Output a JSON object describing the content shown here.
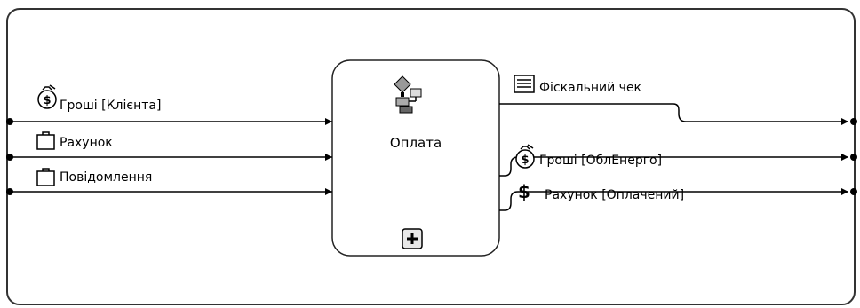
{
  "task": {
    "label": "Оплата",
    "icon": "process-flow-icon",
    "expand_icon": "plus-icon"
  },
  "inputs": [
    {
      "label": "Гроші [Клієнта]",
      "icon": "money-bag-icon"
    },
    {
      "label": "Рахунок",
      "icon": "document-icon"
    },
    {
      "label": "Повідомлення",
      "icon": "document-icon"
    }
  ],
  "outputs": [
    {
      "label": "Фіскальний чек",
      "icon": "receipt-icon"
    },
    {
      "label": "Гроші [ОблЕнерго]",
      "icon": "money-bag-icon"
    },
    {
      "label": "Рахунок [Оплачений]",
      "icon": "dollar-icon"
    }
  ]
}
